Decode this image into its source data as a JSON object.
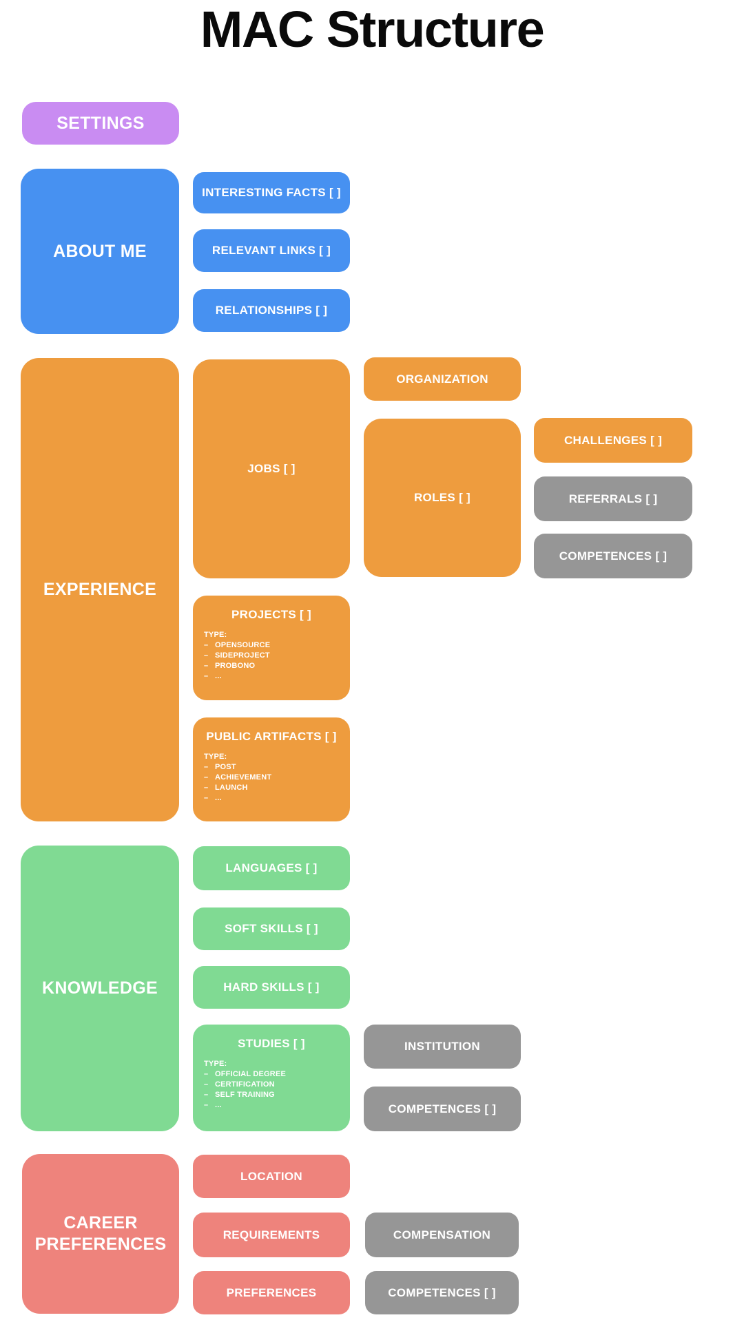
{
  "title": "MAC Structure",
  "colors": {
    "purple": "#C98CF2",
    "blue": "#4791F1",
    "orange": "#EE9C3E",
    "green": "#80DA93",
    "salmon": "#EE837C",
    "gray": "#969696"
  },
  "settings": {
    "label": "SETTINGS"
  },
  "about_me": {
    "label": "ABOUT ME",
    "interesting_facts": "INTERESTING FACTS [ ]",
    "relevant_links": "RELEVANT LINKS [ ]",
    "relationships": "RELATIONSHIPS [ ]"
  },
  "experience": {
    "label": "EXPERIENCE",
    "jobs": "JOBS [ ]",
    "organization": "ORGANIZATION",
    "roles": "ROLES [ ]",
    "challenges": "CHALLENGES [ ]",
    "referrals": "REFERRALS [ ]",
    "competences": "COMPETENCES [ ]",
    "projects": {
      "label": "PROJECTS [ ]",
      "heading": "TYPE:",
      "bullet": "–",
      "items": [
        "OPENSOURCE",
        "SIDEPROJECT",
        "PROBONO",
        "..."
      ]
    },
    "public_artifacts": {
      "label": "PUBLIC ARTIFACTS [ ]",
      "heading": "TYPE:",
      "bullet": "–",
      "items": [
        "POST",
        "ACHIEVEMENT",
        "LAUNCH",
        "..."
      ]
    }
  },
  "knowledge": {
    "label": "KNOWLEDGE",
    "languages": "LANGUAGES [ ]",
    "soft_skills": "SOFT SKILLS [ ]",
    "hard_skills": "HARD SKILLS [ ]",
    "studies": {
      "label": "STUDIES [ ]",
      "heading": "TYPE:",
      "bullet": "–",
      "items": [
        "OFFICIAL DEGREE",
        "CERTIFICATION",
        "SELF TRAINING",
        "..."
      ]
    },
    "institution": "INSTITUTION",
    "competences": "COMPETENCES [ ]"
  },
  "career_preferences": {
    "label": "CAREER PREFERENCES",
    "location": "LOCATION",
    "requirements": "REQUIREMENTS",
    "preferences": "PREFERENCES",
    "compensation": "COMPENSATION",
    "competences": "COMPETENCES [ ]"
  }
}
